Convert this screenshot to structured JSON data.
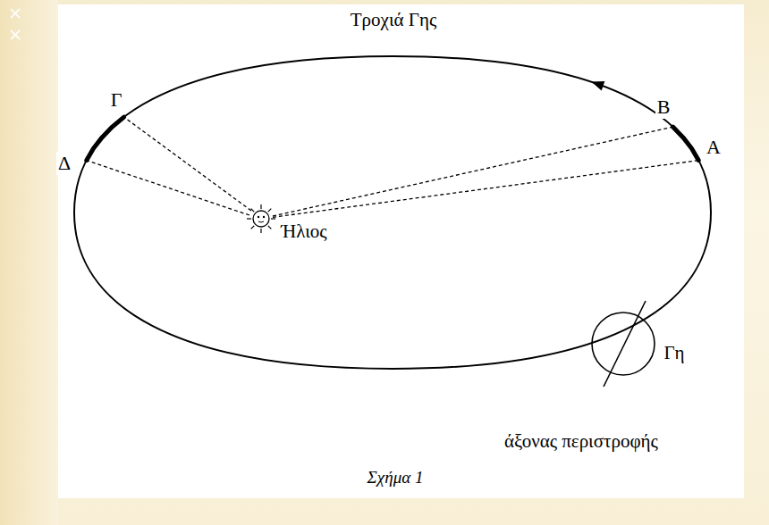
{
  "diagram": {
    "caption": "Σχήμα 1",
    "labels": [
      "Τροχιά Γης",
      "Γ",
      "Δ",
      "Β",
      "Α",
      "Ήλιος",
      "Γη",
      "άξονας περιστροφής"
    ]
  }
}
